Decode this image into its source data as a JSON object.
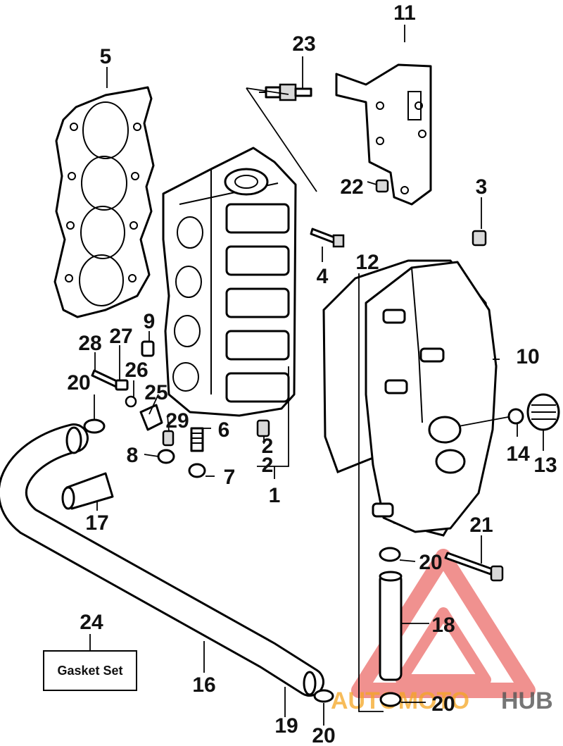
{
  "callouts": [
    "1",
    "2",
    "2",
    "3",
    "4",
    "5",
    "6",
    "7",
    "8",
    "9",
    "10",
    "11",
    "12",
    "13",
    "14",
    "16",
    "17",
    "18",
    "19",
    "20",
    "20",
    "20",
    "20",
    "21",
    "22",
    "23",
    "24",
    "25",
    "26",
    "27",
    "28",
    "29"
  ],
  "gasket_set_label": "Gasket Set",
  "watermark": {
    "text_left": "AUTOMOTO",
    "text_right": "HUB",
    "color_left": "#f5a623",
    "color_right": "#555555",
    "triangle_color": "#e53935"
  }
}
